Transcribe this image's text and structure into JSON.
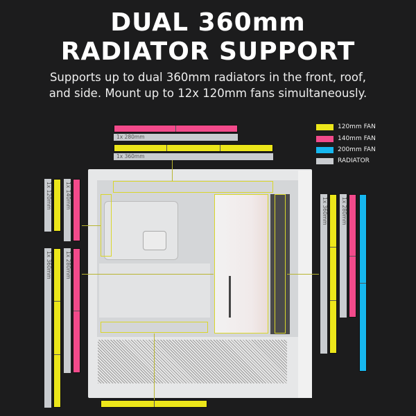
{
  "title_line1": "DUAL 360mm",
  "title_line2": "RADIATOR SUPPORT",
  "subtitle_line1": "Supports up to dual 360mm radiators in the front, roof,",
  "subtitle_line2": "and side. Mount up to 12x 120mm fans simultaneously.",
  "legend": [
    {
      "label": "120mm FAN",
      "color": "#ece61a"
    },
    {
      "label": "140mm FAN",
      "color": "#f24a8b"
    },
    {
      "label": "200mm FAN",
      "color": "#16b7ef"
    },
    {
      "label": "RADIATOR",
      "color": "#c9ccd0"
    }
  ],
  "labels": {
    "top_280": "1x 280mm",
    "top_360": "1x 360mm",
    "left_120": "1x 120mm",
    "left_140": "1x 140mm",
    "left_360": "1x 360mm",
    "left_280": "1x 280mm",
    "right_360": "1x 360mm",
    "right_280": "1x 280mm"
  }
}
